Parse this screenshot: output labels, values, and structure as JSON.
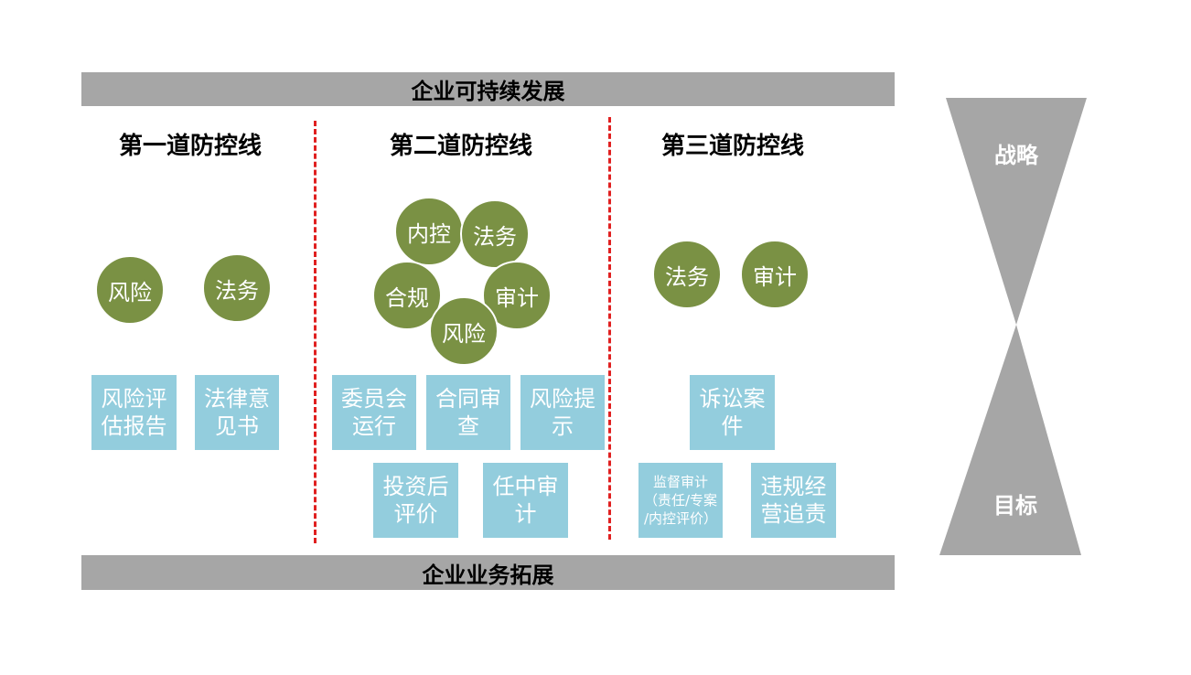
{
  "top_bar": "企业可持续发展",
  "bottom_bar": "企业业务拓展",
  "lines": [
    {
      "heading": "第一道防控线",
      "circles": [
        "风险",
        "法务"
      ],
      "boxes": [
        "风险评\n估报告",
        "法律意\n见书"
      ]
    },
    {
      "heading": "第二道防控线",
      "circles": [
        "内控",
        "法务",
        "合规",
        "审计",
        "风险"
      ],
      "boxes": [
        "委员会\n运行",
        "合同审\n查",
        "风险提\n示",
        "投资后\n评价",
        "任中审\n计"
      ]
    },
    {
      "heading": "第三道防控线",
      "circles": [
        "法务",
        "审计"
      ],
      "boxes": [
        "诉讼案\n件",
        "监督审计\n（责任/专案\n/内控评价）",
        "违规经\n营追责"
      ]
    }
  ],
  "hourglass": {
    "top_label": "战略",
    "bottom_label": "目标"
  },
  "colors": {
    "bar": "#a6a6a6",
    "circle": "#7a9144",
    "box": "#93cddd",
    "divider": "#e02020",
    "hourglass": "#a6a6a6"
  }
}
